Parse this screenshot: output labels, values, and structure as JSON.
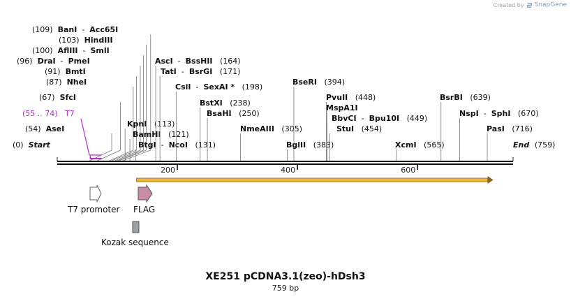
{
  "credit": {
    "prefix": "Created by",
    "brand": "SnapGene",
    "logo_icon": "snapgene-logo-icon"
  },
  "map": {
    "title": "XE251 pCDNA3.1(zeo)-hDsh3",
    "length_label": "759 bp",
    "length_bp": 759,
    "start_label": "Start",
    "start_pos": "(0)",
    "end_label": "End",
    "end_pos": "(759)",
    "ruler_ticks": [
      "200",
      "400",
      "600"
    ],
    "ruler_tick_values": [
      200,
      400,
      600
    ]
  },
  "sites": [
    {
      "pos": "(109)",
      "name": "BanI",
      "second": "Acc65I",
      "at": 109
    },
    {
      "pos": "(103)",
      "name": "HindIII",
      "at": 103
    },
    {
      "pos": "(100)",
      "name": "AflIII",
      "second": "SmlI",
      "at": 100
    },
    {
      "pos": "(96)",
      "name": "DraI",
      "second": "PmeI",
      "at": 96
    },
    {
      "pos": "(91)",
      "name": "BmtI",
      "at": 91
    },
    {
      "pos": "(87)",
      "name": "NheI",
      "at": 87
    },
    {
      "pos": "(67)",
      "name": "SfcI",
      "at": 67
    },
    {
      "pos": "(54)",
      "name": "AseI",
      "at": 54
    },
    {
      "name": "KpnI",
      "pos": "(113)",
      "at": 113
    },
    {
      "name": "BamHI",
      "pos": "(121)",
      "at": 121
    },
    {
      "name": "BtgI",
      "second": "NcoI",
      "pos": "(131)",
      "at": 131
    },
    {
      "name": "AscI",
      "second": "BssHII",
      "pos": "(164)",
      "at": 164
    },
    {
      "name": "TatI",
      "second": "BsrGI",
      "pos": "(171)",
      "at": 171
    },
    {
      "name": "CsiI",
      "second": "SexAI *",
      "pos": "(198)",
      "at": 198
    },
    {
      "name": "BstXI",
      "pos": "(238)",
      "at": 238
    },
    {
      "name": "BsaHI",
      "pos": "(250)",
      "at": 250
    },
    {
      "name": "NmeAIII",
      "pos": "(305)",
      "at": 305
    },
    {
      "name": "BseRI",
      "pos": "(394)",
      "at": 394
    },
    {
      "name": "BglII",
      "pos": "(383)",
      "at": 383
    },
    {
      "name": "PvuII",
      "pos": "(448)",
      "at": 448
    },
    {
      "name": "MspA1I",
      "at": 449
    },
    {
      "name": "BbvCI",
      "second": "Bpu10I",
      "pos": "(449)",
      "at": 449
    },
    {
      "name": "StuI",
      "pos": "(454)",
      "at": 454
    },
    {
      "name": "XcmI",
      "pos": "(565)",
      "at": 565
    },
    {
      "name": "BsrBI",
      "pos": "(639)",
      "at": 639
    },
    {
      "name": "NspI",
      "second": "SphI",
      "pos": "(670)",
      "at": 670
    },
    {
      "name": "PasI",
      "pos": "(716)",
      "at": 716
    }
  ],
  "primer": {
    "range": "(55 .. 74)",
    "name": "T7",
    "start": 55,
    "end": 74,
    "color": "#b82cd0"
  },
  "features": [
    {
      "name": "T7 promoter",
      "icon": "t7-promoter-arrow-icon",
      "color": "#ffffff",
      "border": "#666666"
    },
    {
      "name": "FLAG",
      "icon": "flag-arrow-icon",
      "color": "#c88ca8",
      "border": "#555555"
    },
    {
      "name": "Kozak sequence",
      "icon": "kozak-box-icon",
      "color": "#9aa0a8",
      "border": "#555555"
    }
  ],
  "orf": {
    "start": 132,
    "end": 726,
    "color": "#f5b731",
    "border": "#8a6418"
  }
}
